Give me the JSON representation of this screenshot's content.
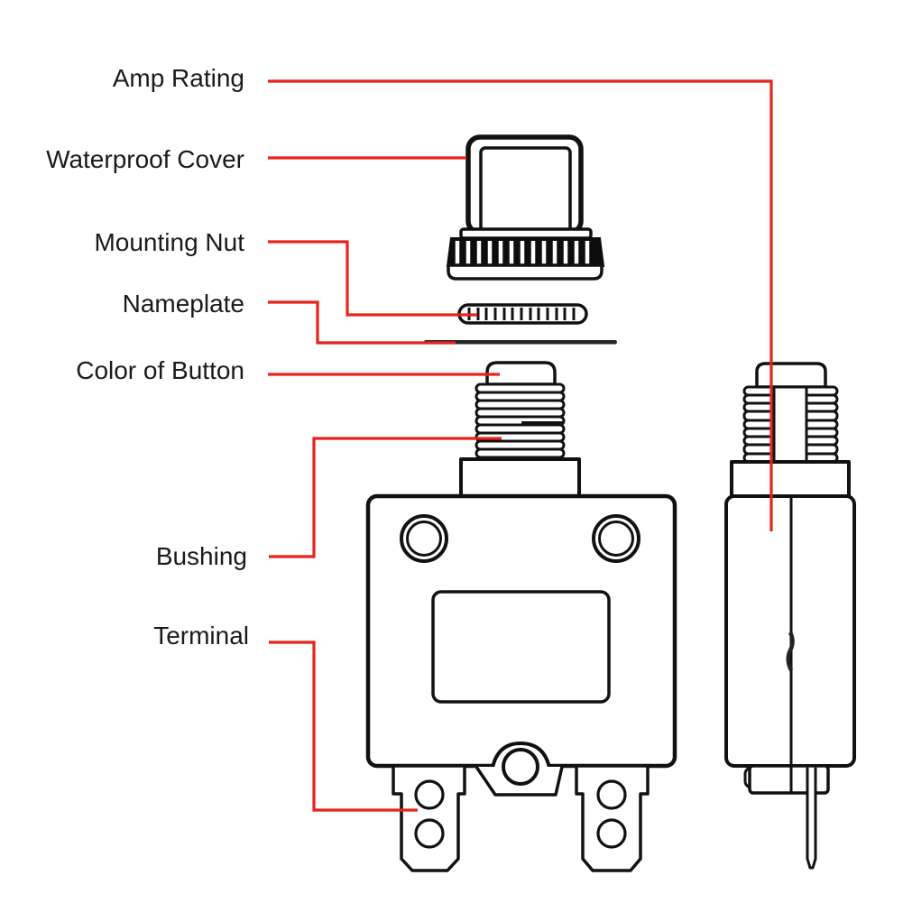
{
  "callouts": [
    {
      "id": "amp-rating",
      "label": "Amp Rating"
    },
    {
      "id": "waterproof-cover",
      "label": "Waterproof Cover"
    },
    {
      "id": "mounting-nut",
      "label": "Mounting Nut"
    },
    {
      "id": "nameplate",
      "label": "Nameplate"
    },
    {
      "id": "color-of-button",
      "label": "Color of Button"
    },
    {
      "id": "bushing",
      "label": "Bushing"
    },
    {
      "id": "terminal",
      "label": "Terminal"
    }
  ],
  "colors": {
    "leader_line": "#e8221c",
    "part_outline": "#111111",
    "knurl_fill": "#0d0d0d",
    "nameplate_fill": "#262626",
    "label_text": "#1a1a1a",
    "background": "#ffffff"
  }
}
